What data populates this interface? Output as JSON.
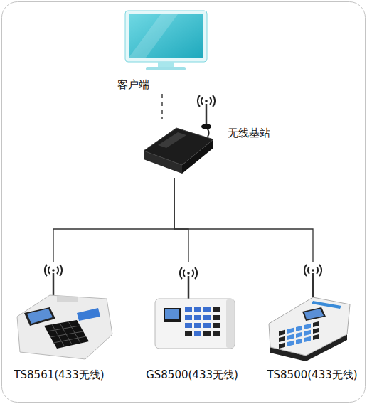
{
  "diagram": {
    "nodes": [
      {
        "text": [
          "客户端"
        ]
      },
      {
        "text": [
          "无线基站"
        ]
      },
      {
        "text": [
          "TS8561(433无线)"
        ]
      },
      {
        "text": [
          "GS8500(433无线)"
        ]
      },
      {
        "text": [
          "TS8500(433无线)"
        ]
      }
    ],
    "edges": [
      {
        "from": 0,
        "to": 1,
        "arrow": "none"
      },
      {
        "from": 1,
        "to": 2,
        "arrow": "none"
      },
      {
        "from": 1,
        "to": 3,
        "arrow": "none"
      },
      {
        "from": 1,
        "to": 4,
        "arrow": "none"
      }
    ]
  }
}
